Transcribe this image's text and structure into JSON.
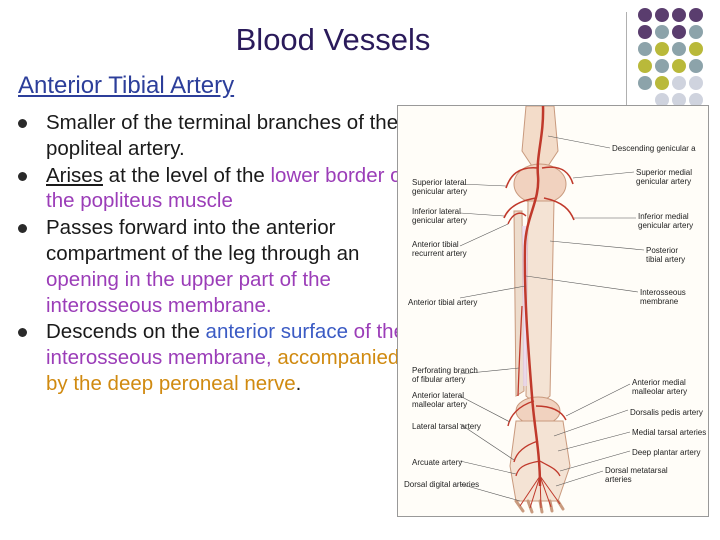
{
  "slide": {
    "title": "Blood Vessels",
    "subtitle": "Anterior Tibial Artery",
    "accent_colors": {
      "title": "#2a1a5a",
      "subtitle": "#2c3e9a",
      "red": "#c0392b",
      "blue": "#3b5bc4",
      "purple": "#9b3db8",
      "orange": "#d08a10",
      "dot_purple": "#5a3d6e",
      "dot_gray": "#8ca3aa",
      "dot_olive": "#b9b93a",
      "dot_light": "#cfd3de"
    }
  },
  "bullets": [
    {
      "parts": [
        {
          "t": "Smaller of the terminal branches of the popliteal artery.",
          "c": ""
        }
      ]
    },
    {
      "parts": [
        {
          "t": "Arises",
          "c": "u"
        },
        {
          "t": " at the level of the ",
          "c": ""
        },
        {
          "t": "lower border of the popliteus muscle",
          "c": "purple"
        }
      ]
    },
    {
      "parts": [
        {
          "t": "Passes forward into the anterior compartment of the leg through an ",
          "c": ""
        },
        {
          "t": "opening in the upper part of the interosseous membrane.",
          "c": "purple"
        }
      ]
    },
    {
      "parts": [
        {
          "t": "Descends on the ",
          "c": ""
        },
        {
          "t": "anterior surface",
          "c": "blue"
        },
        {
          "t": " of the interosseous membrane, ",
          "c": "purple"
        },
        {
          "t": "accompanied by the deep peroneal nerve",
          "c": "orange"
        },
        {
          "t": ".",
          "c": ""
        }
      ]
    }
  ],
  "figure": {
    "labels_left": [
      "Superior lateral\ngenicular artery",
      "Inferior lateral\ngenicular artery",
      "Anterior tibial\nrecurrent artery",
      "Anterior tibial artery",
      "Perforating branch\nof fibular artery",
      "Anterior lateral\nmalleolar artery",
      "Lateral tarsal artery",
      "Arcuate artery",
      "Dorsal digital arteries"
    ],
    "labels_right": [
      "Descending genicular a",
      "Superior medial\ngenicular artery",
      "Inferior medial\ngenicular artery",
      "Posterior\ntibial artery",
      "Interosseous\nmembrane",
      "Anterior medial\nmalleolar artery",
      "Dorsalis pedis artery",
      "Medial tarsal arteries",
      "Deep plantar artery",
      "Dorsal metatarsal\narteries"
    ]
  }
}
